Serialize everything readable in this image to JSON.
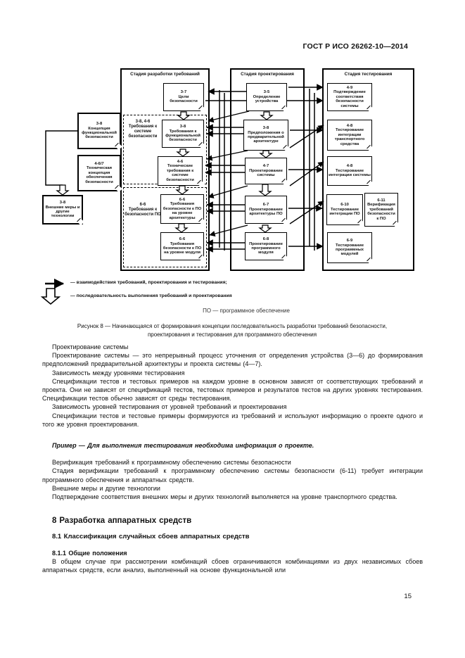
{
  "header": {
    "standard": "ГОСТ Р ИСО 26262-10—2014"
  },
  "figure": {
    "stages": {
      "requirements": "Стадия разработки требований",
      "design": "Стадия проектирования",
      "testing": "Стадия тестирования"
    },
    "groups": {
      "system_req": {
        "num": "3-8, 4-6",
        "label": "Требования к системе безопасности"
      },
      "software_req": {
        "num": "6-6",
        "label": "Требования к безопасности ПО"
      }
    },
    "boxes": {
      "safety_goals": {
        "num": "3-7",
        "label": "Цели безопасности"
      },
      "func_safety_req": {
        "num": "3-8",
        "label": "Требования к функциональной безопасности"
      },
      "tech_safety_req": {
        "num": "4-6",
        "label": "Технические требования к системе безопасности"
      },
      "sw_req_arch": {
        "num": "6-6",
        "label": "Требования безопасности к ПО на уровне архитектуры"
      },
      "sw_req_unit": {
        "num": "6-6",
        "label": "Требования безопасности к ПО на уровне модуля"
      },
      "item_def": {
        "num": "3-5",
        "label": "Определение устройства"
      },
      "prelim_arch": {
        "num": "3-8",
        "label": "Предположения о предварительной архитектуре"
      },
      "system_design": {
        "num": "4-7",
        "label": "Проектирование системы"
      },
      "sw_arch_design": {
        "num": "6-7",
        "label": "Проектирование архитектуры ПО"
      },
      "sw_unit_design": {
        "num": "6-8",
        "label": "Проектирование программного модуля"
      },
      "safety_validation": {
        "num": "4-9",
        "label": "Подтверждение соответствия безопасности системы"
      },
      "vehicle_integration": {
        "num": "4-8",
        "label": "Тестирование интеграции транспортного средства"
      },
      "system_integration": {
        "num": "4-8",
        "label": "Тестирование интеграции системы"
      },
      "sw_integration": {
        "num": "6-10",
        "label": "Тестирование интеграции ПО"
      },
      "sw_req_verification": {
        "num": "6-11",
        "label": "Верификация требований безопасности к ПО"
      },
      "sw_unit_testing": {
        "num": "6-9",
        "label": "Тестирование программных модулей"
      },
      "func_safety_concept": {
        "num": "3-8",
        "label": "Концепция функциональной безопасности"
      },
      "tech_safety_concept": {
        "num": "4-6/7",
        "label": "Техническая концепция обеспечения безопасности"
      },
      "external_measures": {
        "num": "3-8",
        "label": "Внешние меры и другие технологии"
      }
    },
    "legend": {
      "interactions": "— взаимодействия требований, проектирования и тестирования;",
      "sequence": "— последовательность выполнения требований и проектирования"
    },
    "abbreviation": "ПО — программное обеспечение",
    "caption": "Рисунок 8 — Начинающаяся от формирования концепции последовательность разработки требований безопасности, проектирования и тестирования для программного обеспечения"
  },
  "body": {
    "design_lead": "Проектирование системы",
    "design_para": "Проектирование системы — это непрерывный процесс уточнения от определения устройства (3—6) до формирования предположений предварительной архитектуры и проекта системы (4—7).",
    "levels_lead": "Зависимость между уровнями тестирования",
    "levels_para": "Спецификации тестов и тестовых примеров на каждом уровне в основном зависят от соответствующих требований и проекта. Они не зависят от спецификаций тестов, тестовых примеров и результатов тестов на других уровнях тестирования. Спецификации тестов обычно зависят от среды тестирования.",
    "dependency_lead": "Зависимость уровней тестирования от уровней требований и проектирования",
    "dependency_para": "Спецификации тестов и тестовые примеры формируются из требований и используют информацию о проекте одного и того же уровня проектирования.",
    "example": "Пример — Для выполнения тестирования необходима информация о проекте.",
    "verification_lead": "Верификация требований к программному обеспечению системы безопасности",
    "verification_para": "Стадия верификации требований к программному обеспечению системы безопасности (6-11) требует интеграции программного обеспечения и аппаратных средств.",
    "external_lead": "Внешние меры и другие технологии",
    "external_para": "Подтверждение соответствия внешних меры и других технологий выполняется на уровне транспортного средства."
  },
  "sections": {
    "h8": "8 Разработка аппаратных средств",
    "h81": "8.1 Классификация случайных сбоев аппаратных средств",
    "h811": "8.1.1 Общие положения",
    "h811_para": "В общем случае при рассмотрении комбинаций сбоев ограничиваются комбинациями из двух независимых сбоев аппаратных средств, если анализ, выполненный на основе функциональной или"
  },
  "footer": {
    "page_number": "15"
  }
}
